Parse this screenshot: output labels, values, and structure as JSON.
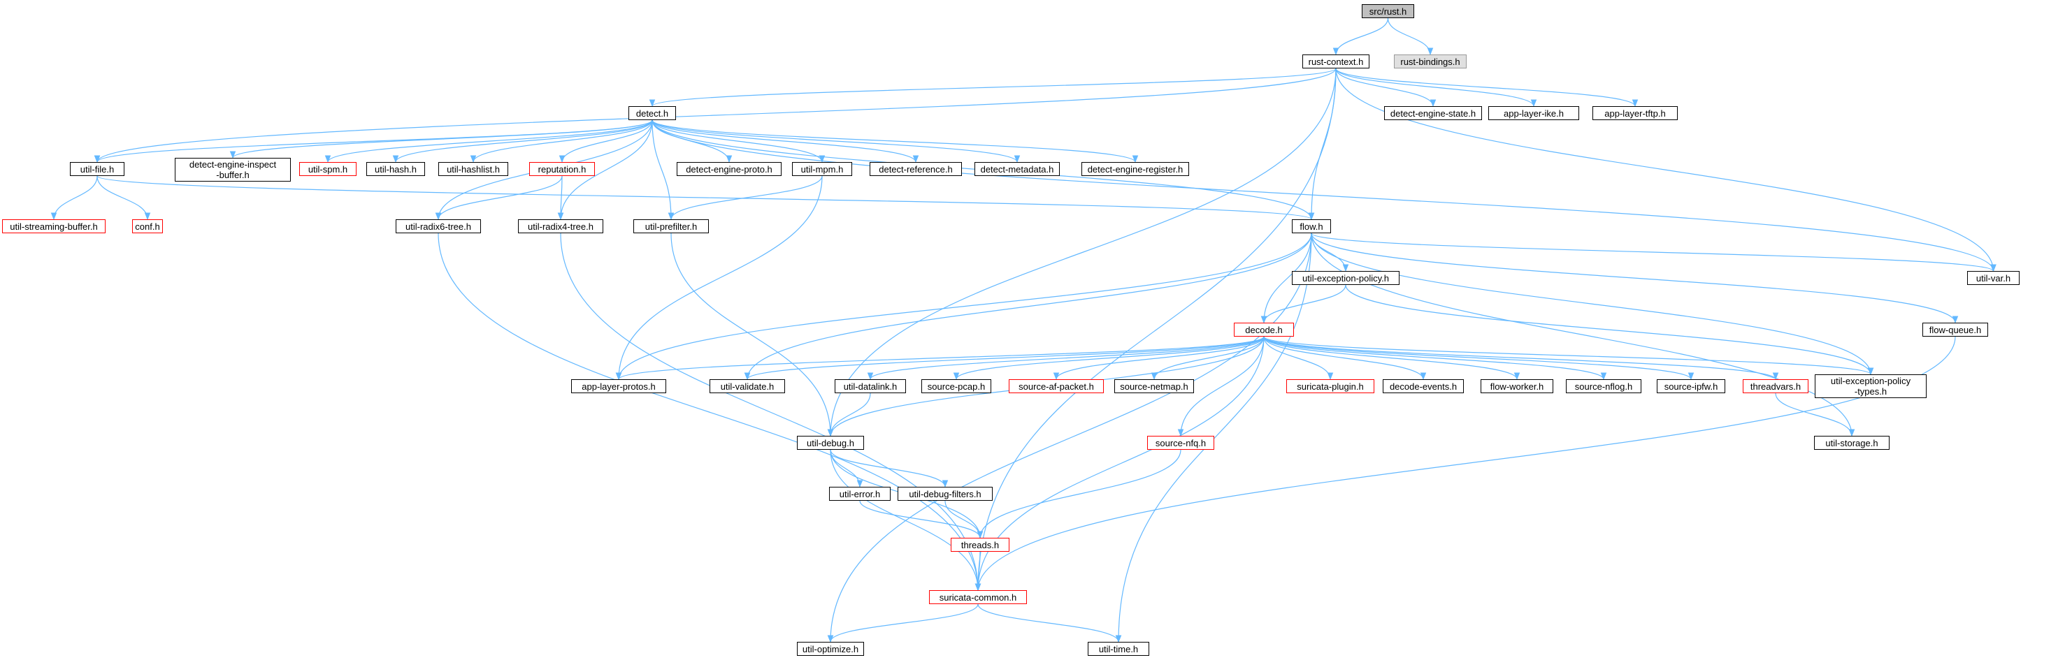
{
  "colors": {
    "edge": "#63b8ff",
    "node_border": "#000000",
    "truncated_border": "#ff0000",
    "root_fill": "#bfbfbf",
    "external_fill": "#e0e0e0"
  },
  "nodes": {
    "src_rust": "src/rust.h",
    "rust_context": "rust-context.h",
    "rust_bindings": "rust-bindings.h",
    "detect": "detect.h",
    "detect_engine_state": "detect-engine-state.h",
    "app_layer_ike": "app-layer-ike.h",
    "app_layer_tftp": "app-layer-tftp.h",
    "util_file": "util-file.h",
    "detect_engine_inspect_buffer": "detect-engine-inspect\n-buffer.h",
    "util_spm": "util-spm.h",
    "util_hash": "util-hash.h",
    "util_hashlist": "util-hashlist.h",
    "reputation": "reputation.h",
    "detect_engine_proto": "detect-engine-proto.h",
    "util_mpm": "util-mpm.h",
    "detect_reference": "detect-reference.h",
    "detect_metadata": "detect-metadata.h",
    "detect_engine_register": "detect-engine-register.h",
    "util_streaming_buffer": "util-streaming-buffer.h",
    "conf": "conf.h",
    "util_radix6_tree": "util-radix6-tree.h",
    "util_radix4_tree": "util-radix4-tree.h",
    "util_prefilter": "util-prefilter.h",
    "flow": "flow.h",
    "util_var": "util-var.h",
    "util_exception_policy": "util-exception-policy.h",
    "flow_queue": "flow-queue.h",
    "decode": "decode.h",
    "app_layer_protos": "app-layer-protos.h",
    "util_validate": "util-validate.h",
    "util_datalink": "util-datalink.h",
    "source_pcap": "source-pcap.h",
    "source_af_packet": "source-af-packet.h",
    "source_netmap": "source-netmap.h",
    "suricata_plugin": "suricata-plugin.h",
    "decode_events": "decode-events.h",
    "flow_worker": "flow-worker.h",
    "source_nflog": "source-nflog.h",
    "source_ipfw": "source-ipfw.h",
    "threadvars": "threadvars.h",
    "util_exception_policy_types": "util-exception-policy\n-types.h",
    "util_debug": "util-debug.h",
    "source_nfq": "source-nfq.h",
    "util_storage": "util-storage.h",
    "util_error": "util-error.h",
    "util_debug_filters": "util-debug-filters.h",
    "threads": "threads.h",
    "suricata_common": "suricata-common.h",
    "util_optimize": "util-optimize.h",
    "util_time": "util-time.h"
  }
}
